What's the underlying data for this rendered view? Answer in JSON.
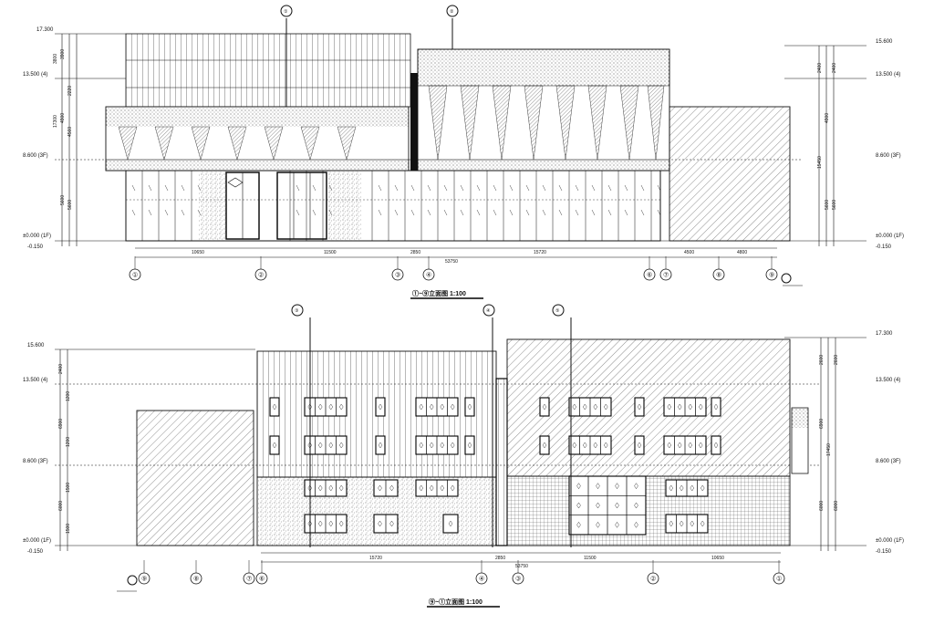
{
  "elevations": [
    {
      "id": "top",
      "title": "①~⑨立面图 1:100",
      "levels": [
        "17.300",
        "13.500 (4)",
        "8.600 (3F)",
        "±0.000 (1F)",
        "-0.150"
      ],
      "levels_right": [
        "15.600",
        "13.500 (4)",
        "8.600 (3F)",
        "±0.000 (1F)",
        "-0.150"
      ],
      "segment_dims": [
        "10650",
        "11500",
        "2850",
        "15720",
        "4500",
        "4800"
      ],
      "overall_dim": "53750",
      "axes": [
        "①",
        "②",
        "③",
        "④",
        "⑥",
        "⑦",
        "⑧",
        "⑨"
      ],
      "section_marks": [
        "①",
        "②"
      ]
    },
    {
      "id": "bottom",
      "title": "⑨~①立面图 1:100",
      "levels": [
        "15.600",
        "13.500 (4)",
        "8.600 (3F)",
        "±0.000 (1F)",
        "-0.150"
      ],
      "levels_right": [
        "17.300",
        "13.500 (4)",
        "8.600 (3F)",
        "±0.000 (1F)",
        "-0.150"
      ],
      "segment_dims": [
        "15720",
        "2850",
        "11500",
        "10650"
      ],
      "overall_dim": "53750",
      "axes": [
        "⑨",
        "⑧",
        "⑦",
        "⑥",
        "④",
        "③",
        "②",
        "①"
      ],
      "section_marks": [
        "③",
        "④",
        "⑤"
      ]
    }
  ]
}
